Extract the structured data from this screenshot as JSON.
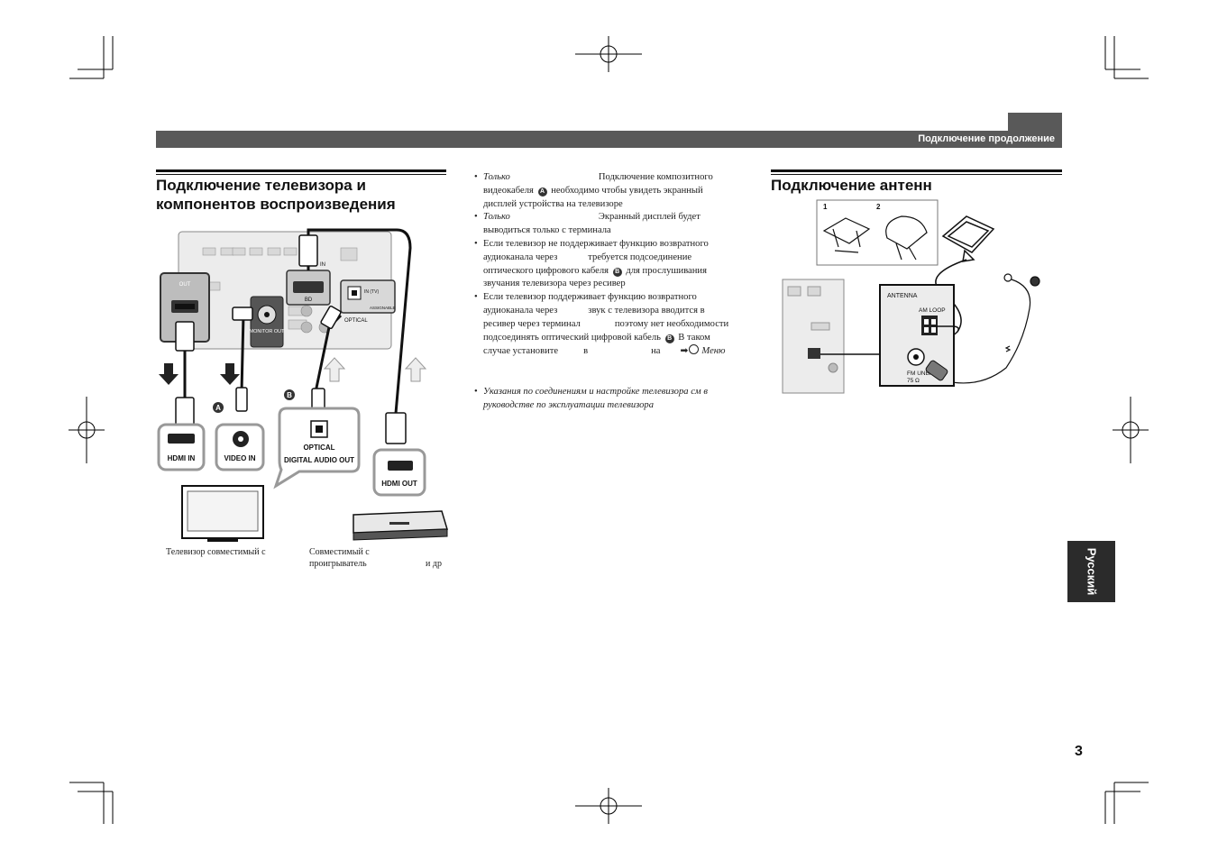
{
  "header": {
    "title": "Подключение  продолжение"
  },
  "left_section": {
    "title_line1": "Подключение телевизора и",
    "title_line2": "компонентов воспроизведения"
  },
  "diagram_left": {
    "port_labels": {
      "out": "OUT",
      "in": "IN",
      "bd": "BD",
      "monitor_out": "MONITOR OUT",
      "optical": "OPTICAL",
      "in_tv": "IN (TV)",
      "assignable": "ASSIGNABLE"
    },
    "plug_labels": {
      "a": "A",
      "b": "B"
    },
    "jack_labels": {
      "hdmi_in": "HDMI IN",
      "video_in": "VIDEO IN",
      "optical": "OPTICAL",
      "digital_audio_out": "DIGITAL AUDIO OUT",
      "hdmi_out": "HDMI OUT"
    },
    "caption_tv": "Телевизор  совместимый с",
    "caption_player_line1": "Совместимый с",
    "caption_player_line2a": "проигрыватель",
    "caption_player_line2b": "и др"
  },
  "notes": {
    "n1_it": "Только",
    "n1_a": "Подключение композитного",
    "n1_b1": "видеокабеля",
    "n1_circ": "A",
    "n1_b2": "необходимо  чтобы увидеть экранный",
    "n1_c": "дисплей устройства на телевизоре",
    "n2_it": "Только",
    "n2_a": "Экранный дисплей будет",
    "n2_b": "выводиться только с терминала",
    "n3_a": "Если телевизор не поддерживает функцию возвратного",
    "n3_b1": "аудиоканала через",
    "n3_b2": "требуется подсоединение",
    "n3_c1": "оптического цифрового кабеля",
    "n3_circ": "B",
    "n3_c2": "для прослушивания",
    "n3_d": "звучания телевизора через ресивер",
    "n4_a": "Если телевизор поддерживает функцию возвратного",
    "n4_b1": "аудиоканала через",
    "n4_b2": "звук с телевизора вводится в",
    "n4_c1": "ресивер через терминал",
    "n4_c2": "поэтому нет необходимости",
    "n4_d1": "подсоединять оптический цифровой кабель",
    "n4_circ": "B",
    "n4_d2": "В таком",
    "n4_e1": "случае установите",
    "n4_e2": "в",
    "n4_e3": "на",
    "n4_e4": "Меню"
  },
  "note_bottom": {
    "line1": "Указания по соединениям и настройке телевизора см  в",
    "line2": "руководстве по эксплуатации телевизора"
  },
  "right_section": {
    "title": "Подключение антенн"
  },
  "diagram_right": {
    "step1": "1",
    "step2": "2",
    "antenna": "ANTENNA",
    "am_loop": "AM LOOP",
    "fm_unbal": "FM UNBAL",
    "ohms": "75 Ω"
  },
  "language_tab": "Русский",
  "page_number": "3"
}
